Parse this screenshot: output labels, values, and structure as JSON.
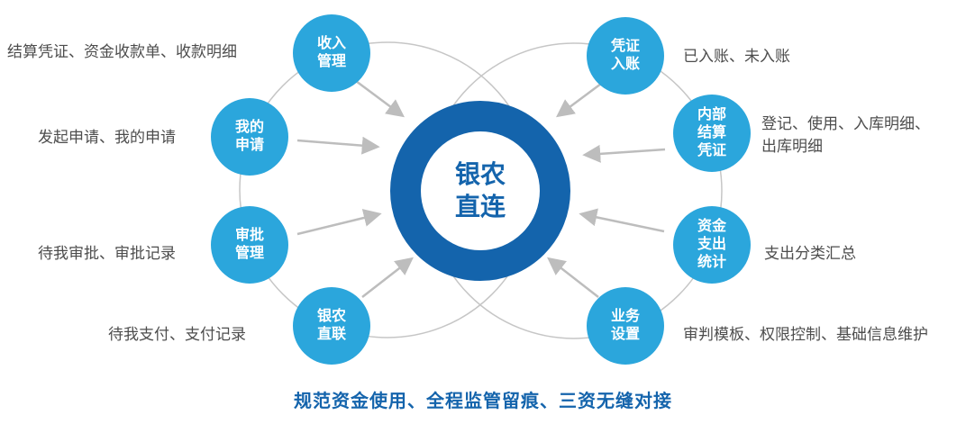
{
  "center": {
    "label": "银农\n直连"
  },
  "nodes": [
    {
      "id": "income-management",
      "label": "收入\n管理",
      "desc": "结算凭证、资金收款单、收款明细"
    },
    {
      "id": "my-application",
      "label": "我的\n申请",
      "desc": "发起申请、我的申请"
    },
    {
      "id": "approval-management",
      "label": "审批\n管理",
      "desc": "待我审批、审批记录"
    },
    {
      "id": "bank-agri-direct-link",
      "label": "银农\n直联",
      "desc": "待我支付、支付记录"
    },
    {
      "id": "voucher-entry",
      "label": "凭证\n入账",
      "desc": "已入账、未入账"
    },
    {
      "id": "internal-settlement-voucher",
      "label": "内部\n结算\n凭证",
      "desc": "登记、使用、入库明细、\n出库明细"
    },
    {
      "id": "fund-expenditure-stats",
      "label": "资金\n支出\n统计",
      "desc": "支出分类汇总"
    },
    {
      "id": "business-settings",
      "label": "业务\n设置",
      "desc": "审判模板、权限控制、基础信息维护"
    }
  ],
  "caption": "规范资金使用、全程监管留痕、三资无缝对接",
  "colors": {
    "node_blue": "#2ba6dc",
    "center_blue": "#1464ac",
    "line_gray": "#c6c6c6",
    "arrow_gray": "#bdbdbd",
    "text_gray": "#4d4d4d"
  }
}
